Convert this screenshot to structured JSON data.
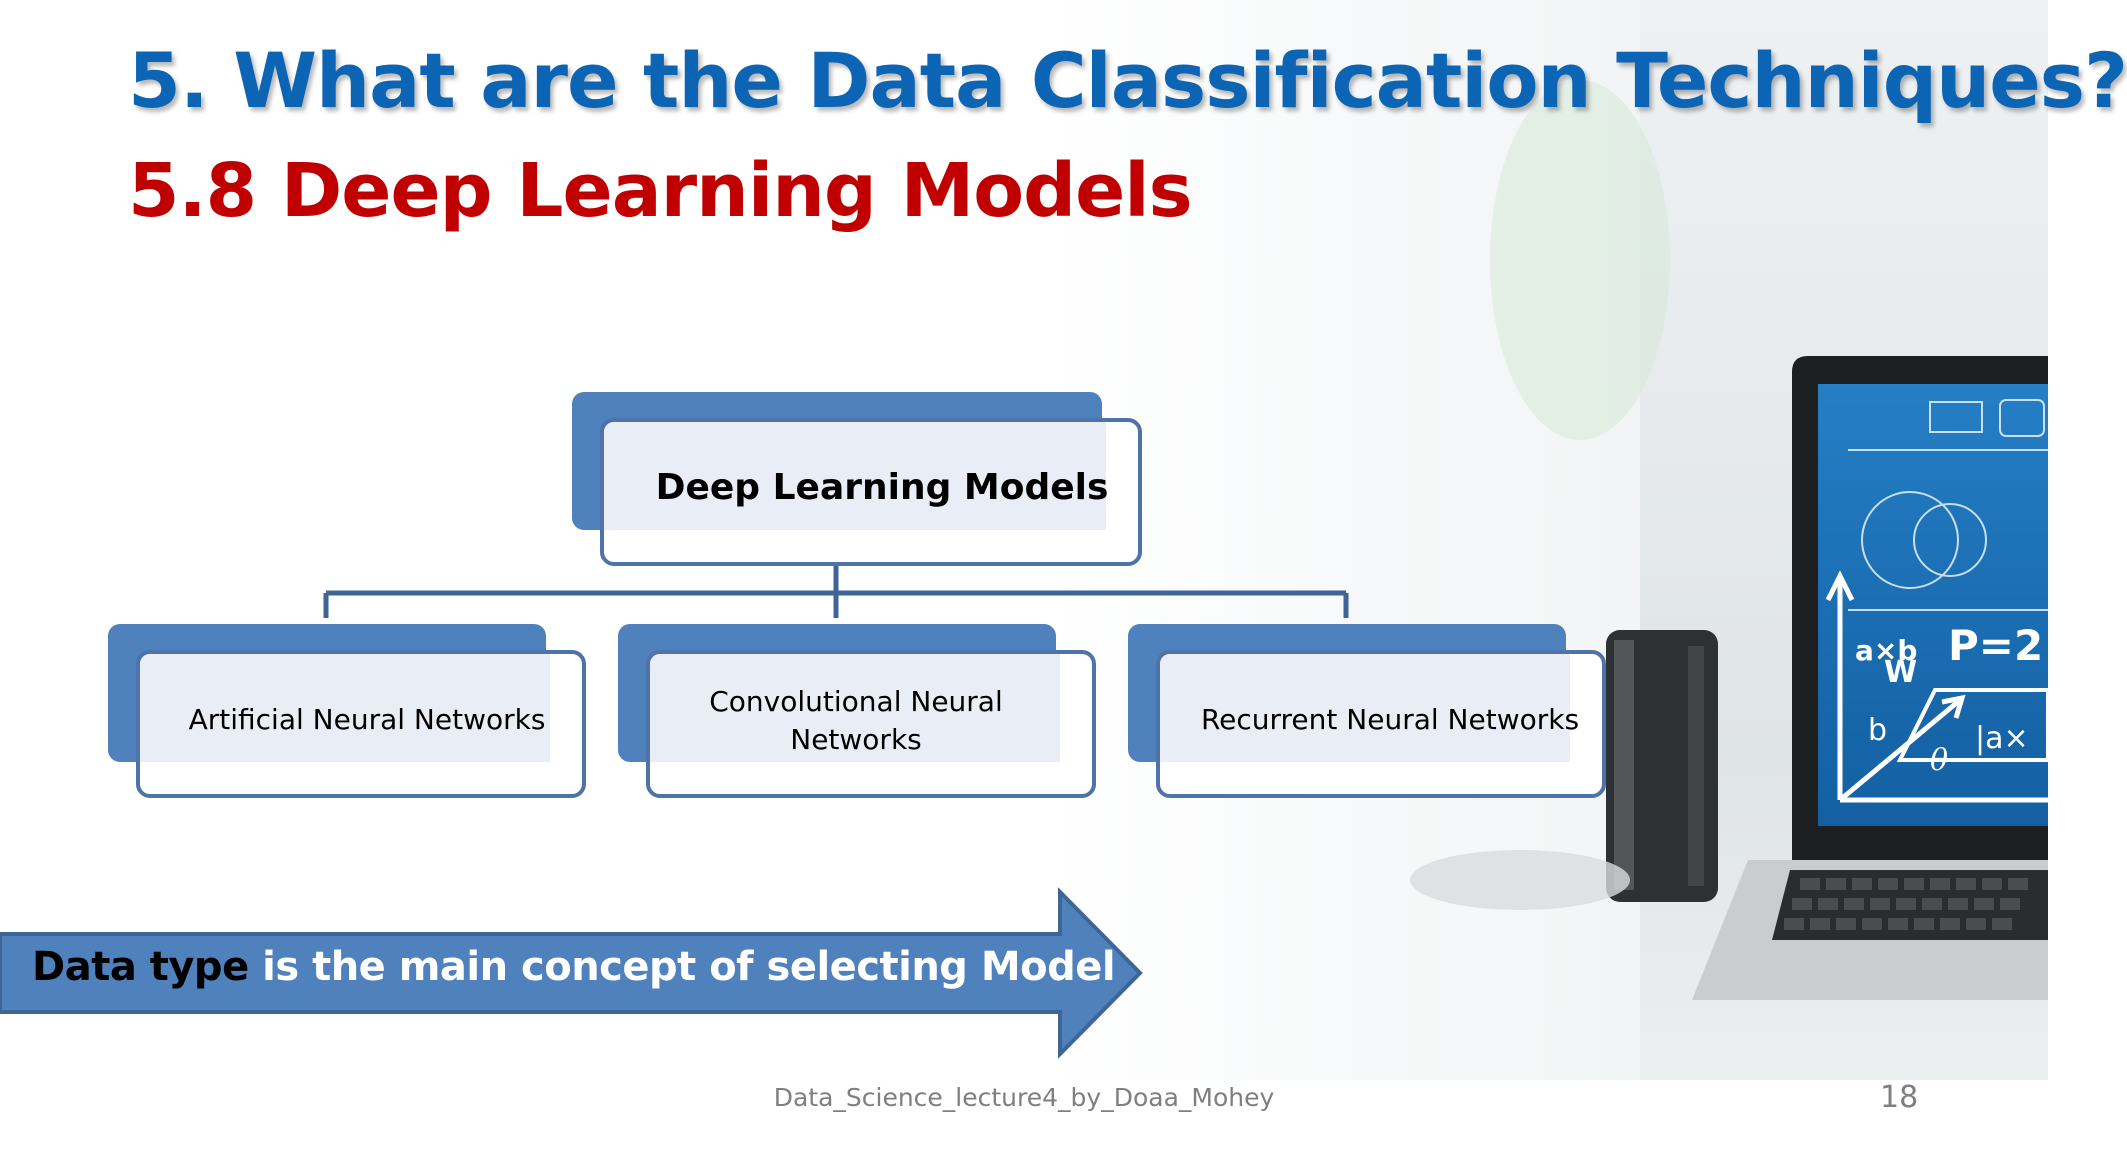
{
  "slide": {
    "title": "5. What are the Data Classification Techniques?",
    "subtitle": "5.8 Deep Learning Models"
  },
  "diagram": {
    "root": "Deep Learning Models",
    "children": [
      "Artificial Neural Networks",
      "Convolutional Neural Networks",
      "Recurrent Neural Networks"
    ]
  },
  "banner": {
    "keyword": "Data type",
    "rest": " is the main concept of selecting Model"
  },
  "footer": {
    "text": "Data_Science_lecture4_by_Doaa_Mohey",
    "page_number": "18"
  },
  "photo": {
    "screen_formula": "P=2",
    "screen_text_left": "a×b",
    "screen_text_w": "W",
    "screen_text_b": "b",
    "screen_text_abs": "|a×",
    "screen_text_theta": "θ"
  },
  "colors": {
    "title_blue": "#0c64b4",
    "subtitle_red": "#c00000",
    "node_fill": "#4f81bd",
    "node_border": "#4f72a8",
    "banner_fill": "#4f81bd",
    "banner_border": "#3f6496"
  }
}
